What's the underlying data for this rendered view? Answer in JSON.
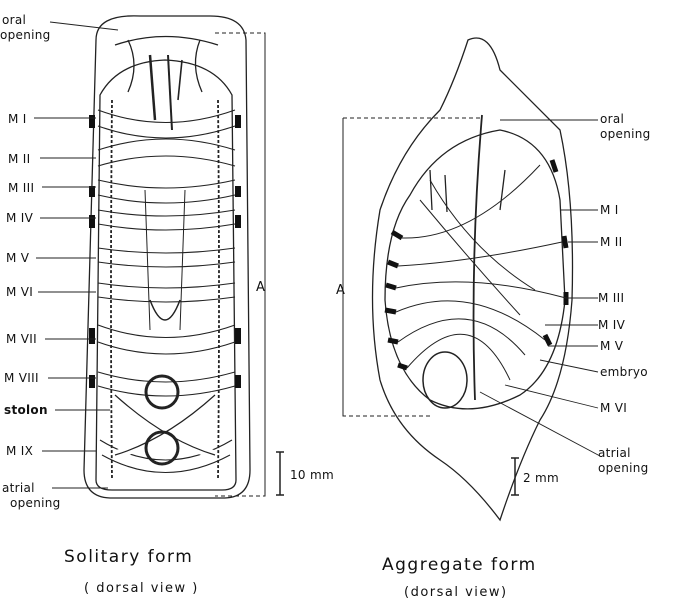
{
  "solitary": {
    "caption": "Solitary form",
    "subcaption": "( dorsal view )",
    "labels": {
      "oral": [
        "oral",
        "opening"
      ],
      "m1": "M I",
      "m2": "M II",
      "m3": "M III",
      "m4": "M IV",
      "m5": "M V",
      "m6": "M VI",
      "m7": "M VII",
      "m8": "M VIII",
      "stolon": "stolon",
      "m9": "M IX",
      "atrial": [
        "atrial",
        "opening"
      ]
    },
    "dimension_label": "A",
    "scale": "10 mm"
  },
  "aggregate": {
    "caption": "Aggregate form",
    "subcaption": "(dorsal view)",
    "labels": {
      "oral": [
        "oral",
        "opening"
      ],
      "m1": "M I",
      "m2": "M II",
      "m3": "M III",
      "m4": "M IV",
      "m5": "M V",
      "embryo": "embryo",
      "m6": "M VI",
      "atrial": [
        "atrial",
        "opening"
      ]
    },
    "dimension_label": "A",
    "scale": "2 mm"
  }
}
